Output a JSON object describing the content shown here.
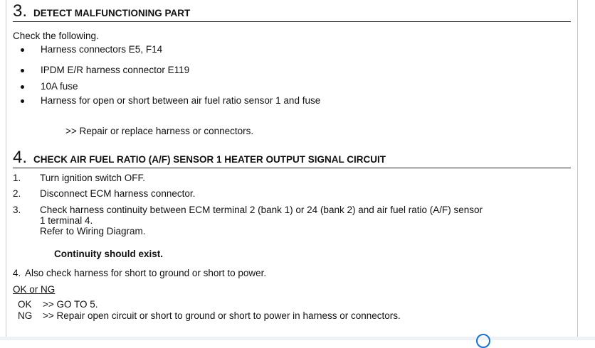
{
  "step3": {
    "number": "3.",
    "title": "DETECT MALFUNCTIONING PART",
    "intro": "Check the following.",
    "items": [
      "Harness connectors E5, F14",
      "IPDM E/R harness connector E119",
      "10A fuse",
      "Harness for open or short between air fuel ratio sensor 1 and fuse"
    ],
    "action": ">> Repair or replace harness or connectors."
  },
  "step4": {
    "number": "4.",
    "title": "CHECK AIR FUEL RATIO (A/F) SENSOR 1 HEATER OUTPUT SIGNAL CIRCUIT",
    "items": [
      {
        "num": "1.",
        "text": "Turn ignition switch OFF."
      },
      {
        "num": "2.",
        "text": "Disconnect ECM harness connector."
      },
      {
        "num": "3.",
        "line1": "Check harness continuity between ECM terminal 2 (bank 1) or 24 (bank 2) and air fuel ratio (A/F) sensor",
        "line2": "1 terminal 4.",
        "line3": "Refer to Wiring Diagram."
      },
      {
        "num": "4.",
        "text": "Also check harness for short to ground or short to power."
      }
    ],
    "note": "Continuity should exist.",
    "ok_ng_heading": "OK or NG",
    "results": [
      {
        "label": "OK",
        "action": ">> GO TO 5."
      },
      {
        "label": "NG",
        "action": ">> Repair open circuit or short to ground or short to power in harness or connectors."
      }
    ]
  }
}
